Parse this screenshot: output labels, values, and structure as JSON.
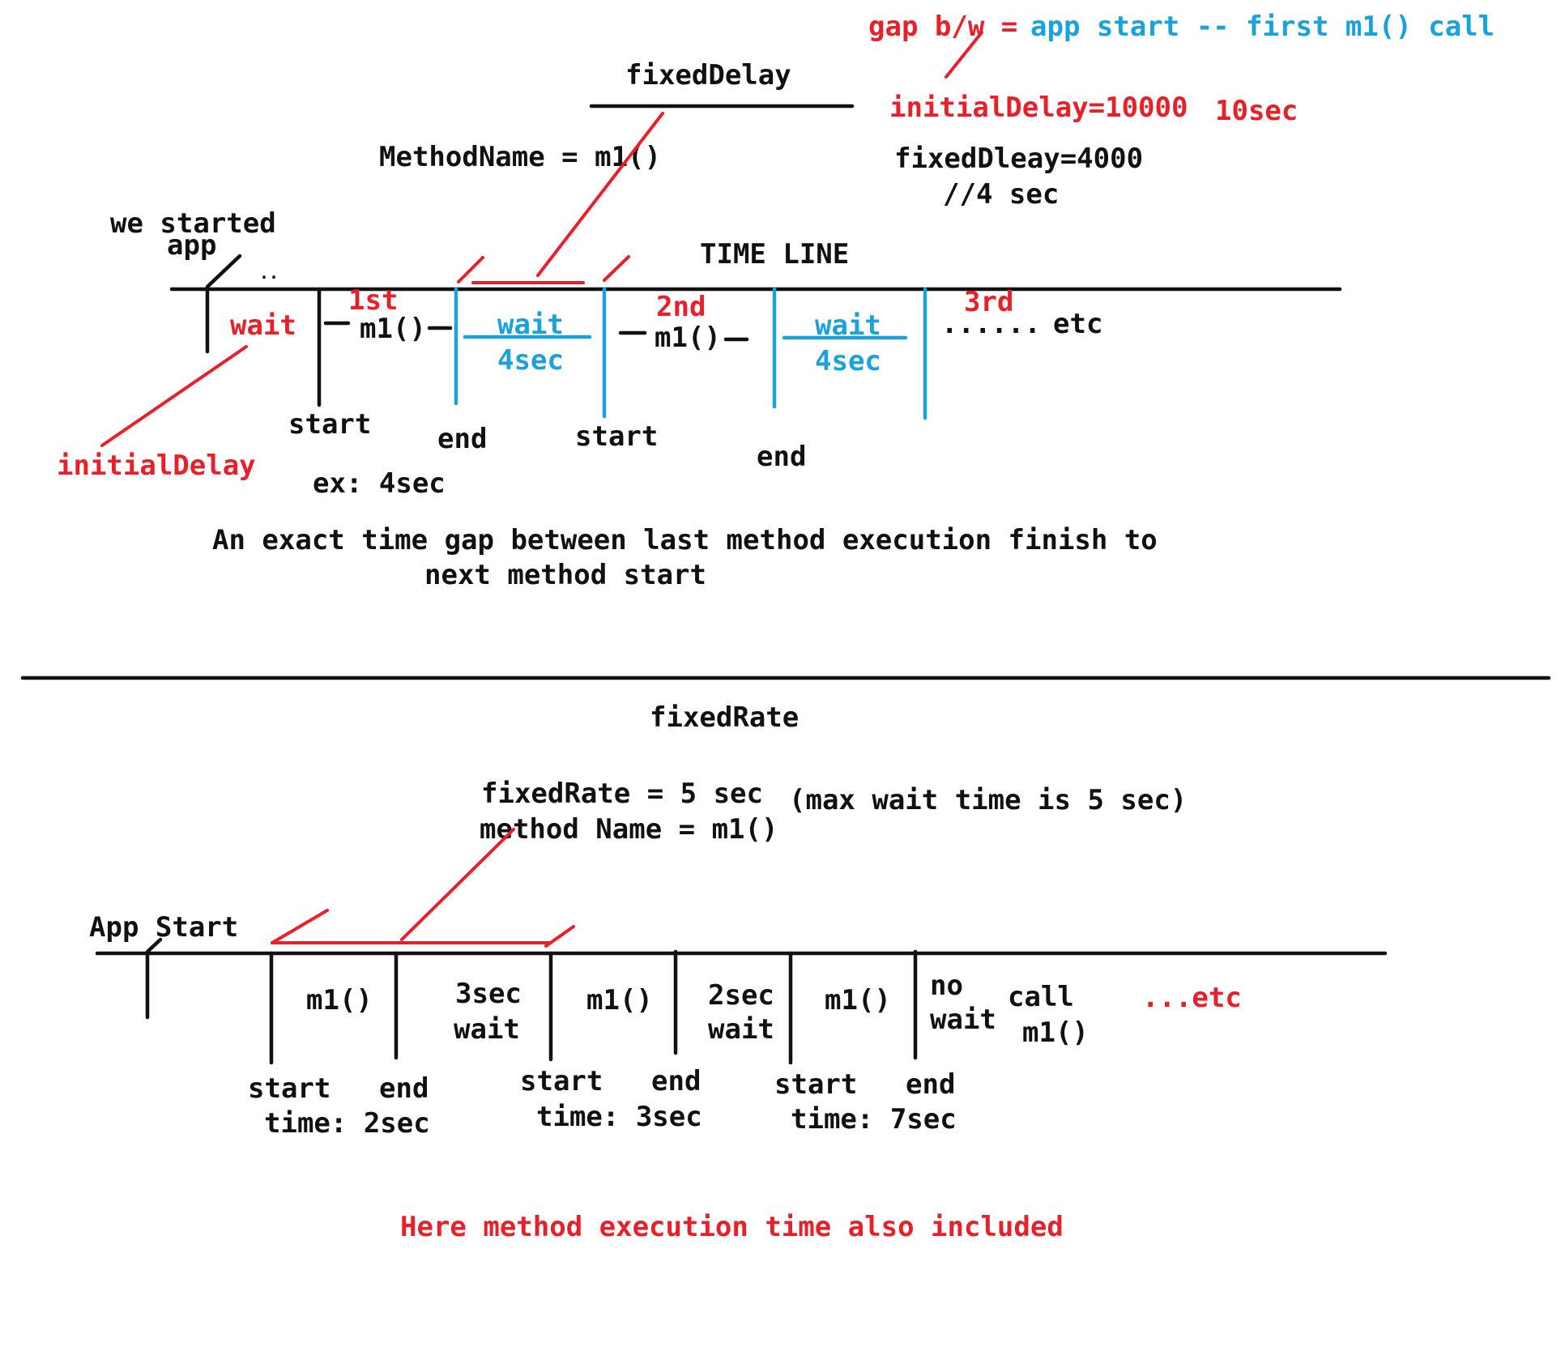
{
  "fixed_delay": {
    "title": "fixedDelay",
    "gap_prefix": "gap b/w =",
    "gap_suffix": "app start -- first m1() call",
    "initial_delay_value": "initialDelay=10000",
    "initial_delay_unit": "10sec",
    "method_name": "MethodName = m1()",
    "fixed_delay_value": "fixedDleay=4000",
    "fixed_delay_comment": "//4 sec",
    "app_started_line1": "we started",
    "app_started_line2": "app",
    "timeline_label": "TIME LINE",
    "wait_label": "wait",
    "initial_delay_label": "initialDelay",
    "ordinal_1": "1st",
    "ordinal_2": "2nd",
    "ordinal_3": "3rd",
    "method_call": "m1()",
    "blue_wait": "wait",
    "blue_duration": "4sec",
    "start_label": "start",
    "end_label": "end",
    "etc_dots": "......",
    "etc_label": "etc",
    "example": "ex: 4sec",
    "description_line1": "An exact time gap between last method execution finish to",
    "description_line2": "next method start"
  },
  "fixed_rate": {
    "title": "fixedRate",
    "rate_value": "fixedRate = 5 sec",
    "rate_note": "(max wait time is 5 sec)",
    "method_name": "method Name = m1()",
    "app_start": "App Start",
    "method_call": "m1()",
    "wait_1_value": "3sec",
    "wait_2_value": "2sec",
    "wait_word": "wait",
    "no_wait_line1": "no",
    "no_wait_line2": "wait",
    "call_line1": "call",
    "call_line2": "m1()",
    "etc": "...etc",
    "start_label": "start",
    "end_label": "end",
    "time_1": "time: 2sec",
    "time_2": "time: 3sec",
    "time_3": "time: 7sec",
    "footer": "Here method execution time also included"
  },
  "colors": {
    "black": "#111111",
    "red": "#e8202a",
    "blue": "#1ba1dc"
  }
}
